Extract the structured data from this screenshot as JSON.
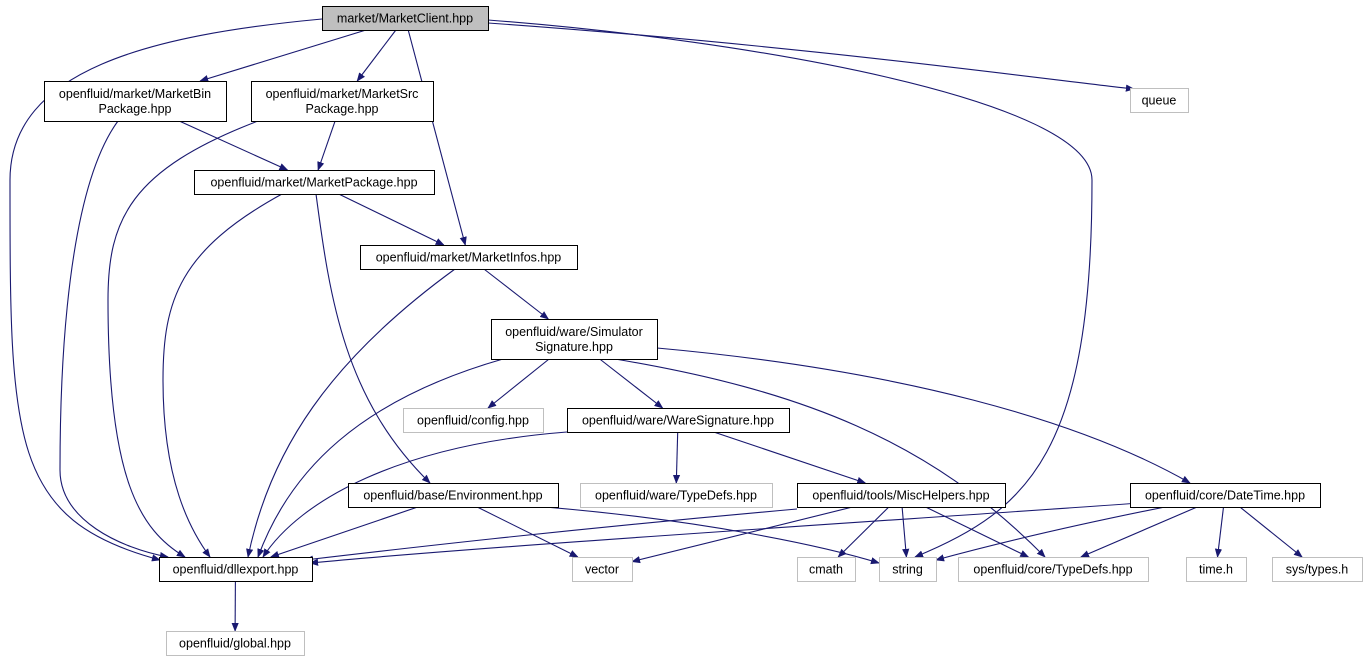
{
  "colors": {
    "edge": "#191970",
    "border_normal": "#000000",
    "border_external": "#bfbfbf",
    "root_fill": "#bfbfbf",
    "node_fill": "#ffffff"
  },
  "nodes": {
    "root": {
      "lines": [
        "market/MarketClient.hpp"
      ],
      "kind": "root"
    },
    "binpkg": {
      "lines": [
        "openfluid/market/MarketBin",
        "Package.hpp"
      ],
      "kind": "normal"
    },
    "srcpkg": {
      "lines": [
        "openfluid/market/MarketSrc",
        "Package.hpp"
      ],
      "kind": "normal"
    },
    "queue": {
      "lines": [
        "queue"
      ],
      "kind": "external"
    },
    "pkg": {
      "lines": [
        "openfluid/market/MarketPackage.hpp"
      ],
      "kind": "normal"
    },
    "infos": {
      "lines": [
        "openfluid/market/MarketInfos.hpp"
      ],
      "kind": "normal"
    },
    "simsig": {
      "lines": [
        "openfluid/ware/Simulator",
        "Signature.hpp"
      ],
      "kind": "normal"
    },
    "config": {
      "lines": [
        "openfluid/config.hpp"
      ],
      "kind": "external"
    },
    "waresig": {
      "lines": [
        "openfluid/ware/WareSignature.hpp"
      ],
      "kind": "normal"
    },
    "env": {
      "lines": [
        "openfluid/base/Environment.hpp"
      ],
      "kind": "normal"
    },
    "waretypedefs": {
      "lines": [
        "openfluid/ware/TypeDefs.hpp"
      ],
      "kind": "external"
    },
    "mischelpers": {
      "lines": [
        "openfluid/tools/MiscHelpers.hpp"
      ],
      "kind": "normal"
    },
    "datetime": {
      "lines": [
        "openfluid/core/DateTime.hpp"
      ],
      "kind": "normal"
    },
    "dllexport": {
      "lines": [
        "openfluid/dllexport.hpp"
      ],
      "kind": "normal"
    },
    "vector": {
      "lines": [
        "vector"
      ],
      "kind": "external"
    },
    "cmath": {
      "lines": [
        "cmath"
      ],
      "kind": "external"
    },
    "string": {
      "lines": [
        "string"
      ],
      "kind": "external"
    },
    "coretypedefs": {
      "lines": [
        "openfluid/core/TypeDefs.hpp"
      ],
      "kind": "external"
    },
    "timeh": {
      "lines": [
        "time.h"
      ],
      "kind": "external"
    },
    "systypes": {
      "lines": [
        "sys/types.h"
      ],
      "kind": "external"
    },
    "global": {
      "lines": [
        "openfluid/global.hpp"
      ],
      "kind": "external"
    }
  },
  "edges": [
    [
      "root",
      "binpkg"
    ],
    [
      "root",
      "srcpkg"
    ],
    [
      "root",
      "infos"
    ],
    [
      "root",
      "queue"
    ],
    [
      "root",
      "dllexport"
    ],
    [
      "root",
      "string"
    ],
    [
      "binpkg",
      "pkg"
    ],
    [
      "binpkg",
      "dllexport"
    ],
    [
      "srcpkg",
      "pkg"
    ],
    [
      "srcpkg",
      "dllexport"
    ],
    [
      "pkg",
      "infos"
    ],
    [
      "pkg",
      "dllexport"
    ],
    [
      "pkg",
      "env"
    ],
    [
      "infos",
      "simsig"
    ],
    [
      "infos",
      "dllexport"
    ],
    [
      "simsig",
      "config"
    ],
    [
      "simsig",
      "waresig"
    ],
    [
      "simsig",
      "dllexport"
    ],
    [
      "simsig",
      "coretypedefs"
    ],
    [
      "simsig",
      "datetime"
    ],
    [
      "waresig",
      "waretypedefs"
    ],
    [
      "waresig",
      "mischelpers"
    ],
    [
      "waresig",
      "dllexport"
    ],
    [
      "env",
      "dllexport"
    ],
    [
      "env",
      "vector"
    ],
    [
      "env",
      "string"
    ],
    [
      "mischelpers",
      "dllexport"
    ],
    [
      "mischelpers",
      "vector"
    ],
    [
      "mischelpers",
      "cmath"
    ],
    [
      "mischelpers",
      "string"
    ],
    [
      "mischelpers",
      "coretypedefs"
    ],
    [
      "datetime",
      "dllexport"
    ],
    [
      "datetime",
      "string"
    ],
    [
      "datetime",
      "coretypedefs"
    ],
    [
      "datetime",
      "timeh"
    ],
    [
      "datetime",
      "systypes"
    ],
    [
      "dllexport",
      "global"
    ]
  ]
}
